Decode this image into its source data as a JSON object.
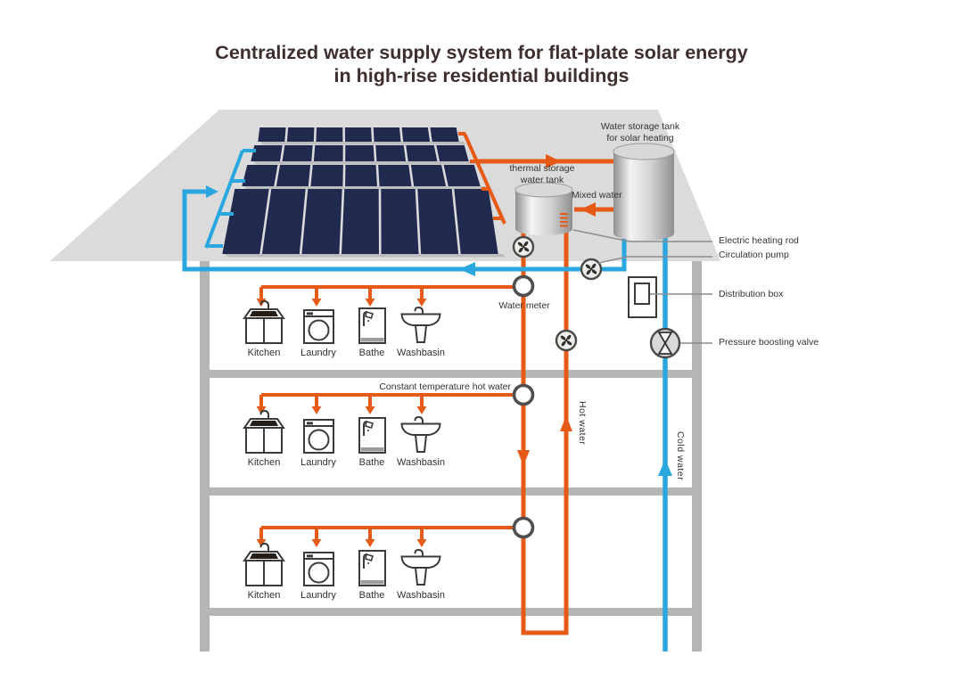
{
  "title": {
    "line1": "Centralized water supply system for flat-plate solar energy",
    "line2": "in high-rise residential buildings"
  },
  "roof": {
    "solar_array": {
      "rows": 4,
      "columns": 7
    }
  },
  "tanks": {
    "solar_storage": {
      "label_line1": "Water storage tank",
      "label_line2": "for solar heating"
    },
    "thermal_storage": {
      "label_line1": "thermal storage",
      "label_line2": "water tank"
    }
  },
  "labels": {
    "mixed_water": "Mixed water",
    "electric_heating_rod": "Electric heating rod",
    "circulation_pump": "Circulation pump",
    "distribution_box": "Distribution box",
    "pressure_boosting_valve": "Pressure boosting valve",
    "water_meter": "Water meter",
    "constant_temperature": "Constant temperature hot water",
    "hot_water": "Hot water",
    "cold_water": "Cold water"
  },
  "appliances": [
    {
      "label": "Kitchen"
    },
    {
      "label": "Laundry"
    },
    {
      "label": "Bathe"
    },
    {
      "label": "Washbasin"
    }
  ],
  "floors": {
    "count": 3
  },
  "colors": {
    "hot_water_pipe": "#E65A17",
    "cold_water_pipe": "#2BA7E0",
    "structure_gray": "#B5B5B5",
    "roof_gray": "#DBDBDB",
    "solar_panel": "#1F2A4E",
    "title_text": "#3E2E2E",
    "label_text": "#333333"
  }
}
